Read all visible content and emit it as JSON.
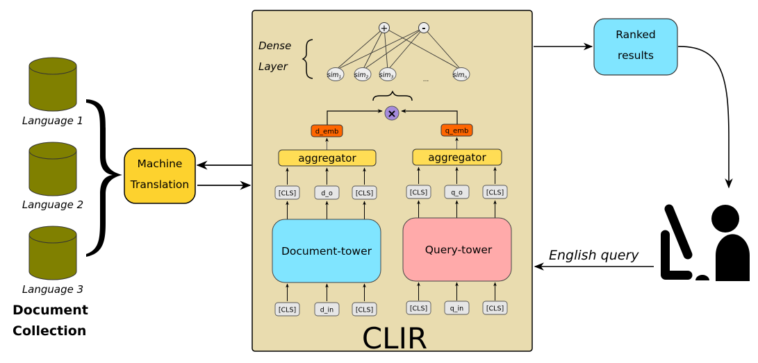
{
  "collection": {
    "title_line1": "Document",
    "title_line2": "Collection",
    "databases": [
      {
        "label": "Language 1"
      },
      {
        "label": "Language 2"
      },
      {
        "label": "Language 3"
      }
    ],
    "db_color": "#808000"
  },
  "machine_translation": {
    "line1": "Machine",
    "line2": "Translation",
    "color": "#fdd22e"
  },
  "clir": {
    "title": "CLIR",
    "bg_color": "#e9dcaf",
    "dense_layer": {
      "label_line1": "Dense",
      "label_line2": "Layer",
      "output_nodes": [
        {
          "symbol": "+"
        },
        {
          "symbol": "-"
        }
      ],
      "sim_nodes": [
        {
          "label": "sim",
          "sub": "1"
        },
        {
          "label": "sim",
          "sub": "2"
        },
        {
          "label": "sim",
          "sub": "3"
        },
        {
          "label": "sim",
          "sub": "n"
        }
      ],
      "ellipsis": "..."
    },
    "product_symbol": "×",
    "document_side": {
      "embedding": "d_emb",
      "aggregator": "aggregator",
      "outputs": [
        "[CLS]",
        "d_o",
        "[CLS]"
      ],
      "tower": "Document-tower",
      "inputs": [
        "[CLS]",
        "d_in",
        "[CLS]"
      ],
      "tower_color": "#80e5ff"
    },
    "query_side": {
      "embedding": "q_emb",
      "aggregator": "aggregator",
      "outputs": [
        "[CLS]",
        "q_o",
        "[CLS]"
      ],
      "tower": "Query-tower",
      "inputs": [
        "[CLS]",
        "q_in",
        "[CLS]"
      ],
      "tower_color": "#ffaaaa"
    },
    "embedding_color": "#ff6600",
    "aggregator_color": "#ffdd55"
  },
  "ranked_results": {
    "line1": "Ranked",
    "line2": "results",
    "color": "#80e5ff"
  },
  "user": {
    "query_label": "English query",
    "icon": "user-at-computer-icon"
  }
}
